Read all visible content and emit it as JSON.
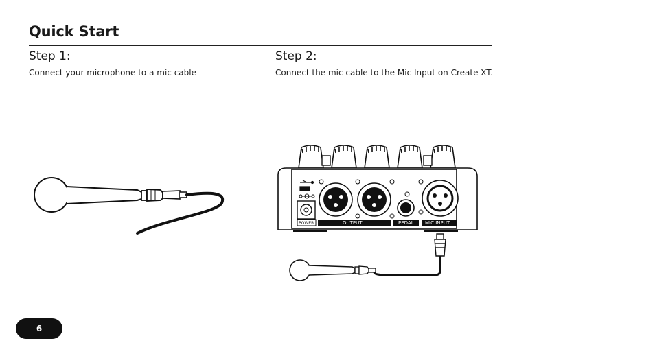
{
  "page": {
    "title": "Quick Start",
    "number": "6"
  },
  "steps": [
    {
      "heading": "Step 1:",
      "text": "Connect your microphone to a mic cable"
    },
    {
      "heading": "Step 2:",
      "text": "Connect the mic cable to the Mic Input on Create XT."
    }
  ],
  "device_panel": {
    "labels": {
      "power": "POWER",
      "output": "OUTPUT",
      "pedal": "PEDAL",
      "mic_input": "MIC INPUT"
    },
    "icons": [
      "usb-icon",
      "power-polarity-icon"
    ]
  },
  "colors": {
    "text": "#1a1a1a",
    "badge": "#111111"
  }
}
